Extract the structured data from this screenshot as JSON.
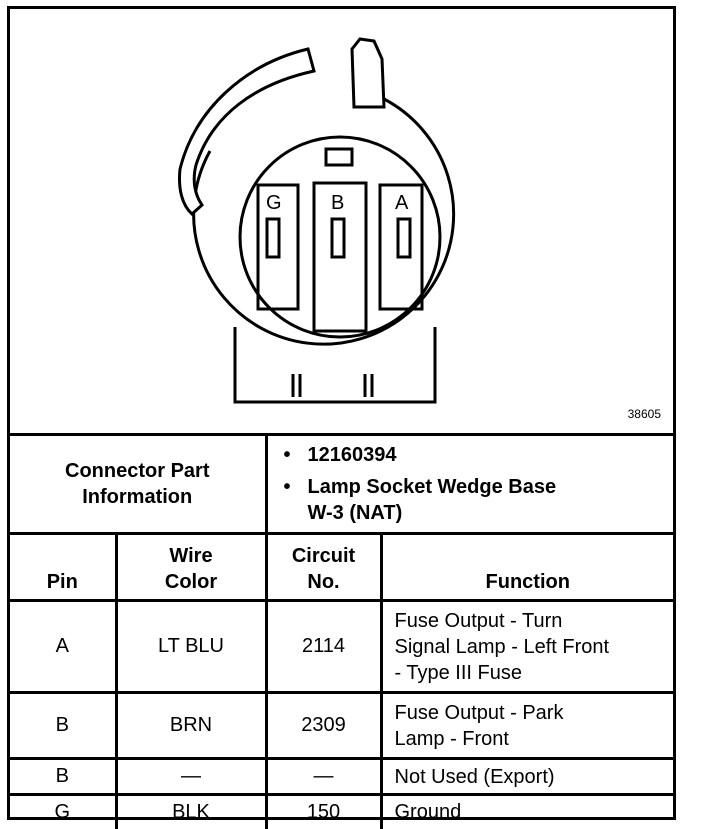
{
  "figure": {
    "number": "38605",
    "pin_labels": [
      "G",
      "B",
      "A"
    ]
  },
  "connector": {
    "label": "Connector Part Information",
    "label_line1": "Connector Part",
    "label_line2": "Information",
    "items": [
      "12160394",
      "Lamp Socket Wedge Base W-3 (NAT)"
    ],
    "item2_line1": "Lamp Socket Wedge Base",
    "item2_line2": "W-3 (NAT)"
  },
  "table": {
    "headers": {
      "pin": "Pin",
      "wire_l1": "Wire",
      "wire_l2": "Color",
      "circuit_l1": "Circuit",
      "circuit_l2": "No.",
      "function": "Function"
    },
    "rows": [
      {
        "pin": "A",
        "color": "LT BLU",
        "circuit": "2114",
        "function": "Fuse Output - Turn Signal Lamp - Left Front - Type III Fuse",
        "f1": "Fuse Output - Turn",
        "f2": "Signal Lamp - Left Front",
        "f3": "- Type III Fuse"
      },
      {
        "pin": "B",
        "color": "BRN",
        "circuit": "2309",
        "function": "Fuse Output - Park Lamp - Front",
        "f1": "Fuse Output - Park",
        "f2": "Lamp - Front"
      },
      {
        "pin": "B",
        "color": "—",
        "circuit": "—",
        "function": "Not Used (Export)"
      },
      {
        "pin": "G",
        "color": "BLK",
        "circuit": "150",
        "function": "Ground"
      }
    ]
  }
}
